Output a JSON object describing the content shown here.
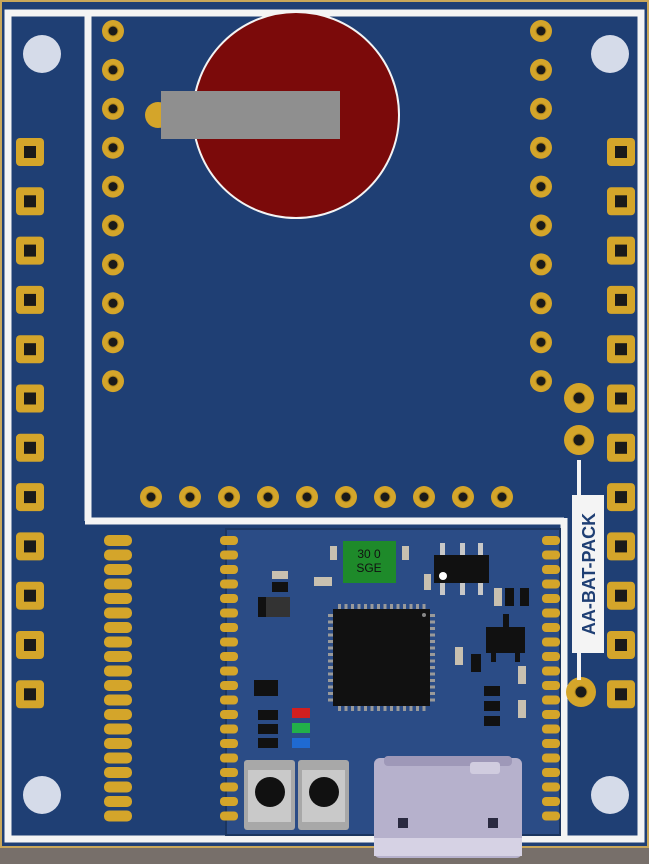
{
  "board": {
    "silkscreen_label": "AA-BAT-PACK",
    "inductor_marking_line1": "30 0",
    "inductor_marking_line2": "SGE",
    "colors": {
      "pcb": "#1f3f74",
      "pcb_inner": "#234a86",
      "silkscreen": "#ffffff",
      "pad_gold": "#d4a52a",
      "battery_red": "#7b0a0a",
      "module_blue": "#2b4c86",
      "ic_black": "#111111",
      "usb_silver": "#b6b1cc"
    }
  }
}
